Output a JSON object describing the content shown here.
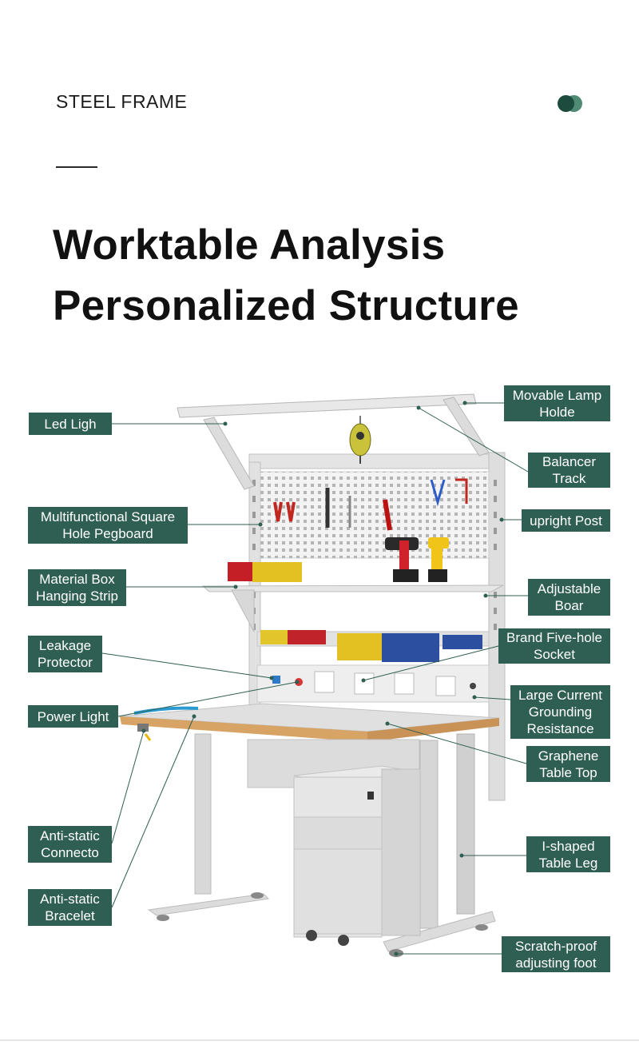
{
  "header": {
    "brand": "STEEL FRAME",
    "title_line1": "Worktable Analysis",
    "title_line2": "Personalized Structure"
  },
  "colors": {
    "label_bg": "#2f5f52",
    "label_text": "#ffffff",
    "accent_dark": "#1d4c3e",
    "accent_light": "#4e8a74"
  },
  "labels": {
    "led_light": "Led Ligh",
    "pegboard": "Multifunctional Square\nHole Pegboard",
    "material_box_strip": "Material Box\nHanging Strip",
    "leakage_protector": "Leakage\nProtector",
    "power_light": "Power Light",
    "antistatic_connector": "Anti-static\nConnecto",
    "antistatic_bracelet": "Anti-static\nBracelet",
    "lamp_holder": "Movable Lamp\nHolde",
    "balancer_track": "Balancer\nTrack",
    "upright_post": "upright Post",
    "adjustable_board": "Adjustable\nBoar",
    "five_hole_socket": "Brand Five-hole\nSocket",
    "grounding_resistance": "Large Current\nGrounding\nResistance",
    "graphene_top": "Graphene\nTable Top",
    "l_leg": "I-shaped\nTable Leg",
    "adjusting_foot": "Scratch-proof\nadjusting foot"
  }
}
